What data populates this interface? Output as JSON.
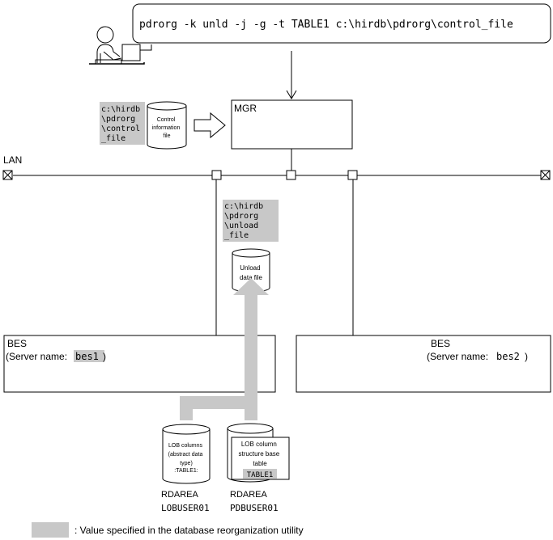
{
  "command": "pdrorg -k unld -j -g -t TABLE1 c:\\hirdb\\pdrorg\\control_file",
  "colors": {
    "highlight": "#c8c8c8",
    "line": "#000000",
    "background": "#ffffff"
  },
  "control_path": {
    "lines": [
      "c:\\hirdb",
      "\\pdrorg",
      "\\control",
      "_file"
    ]
  },
  "control_file_label": {
    "lines": [
      "Control",
      "information",
      "file"
    ]
  },
  "mgr_label": "MGR",
  "lan_label": "LAN",
  "unload_path": {
    "lines": [
      "c:\\hirdb",
      "\\pdrorg",
      "\\unload",
      "_file"
    ]
  },
  "unload_file_label": {
    "lines": [
      "Unload",
      "data file"
    ]
  },
  "bes1": {
    "title": "BES",
    "server_prefix": "(Server name: ",
    "server_name": "bes1",
    "server_suffix": ")"
  },
  "bes2": {
    "title": "BES",
    "server_prefix": "(Server name: ",
    "server_name": "bes2",
    "server_suffix": ")"
  },
  "lob_rdarea": {
    "label": {
      "lines": [
        "LOB columns",
        "(abstract data",
        "type)"
      ]
    },
    "table_ref": ":TABLE1:",
    "rdarea_label": "RDAREA",
    "rdarea_name": "LOBUSER01"
  },
  "base_rdarea": {
    "label": {
      "lines": [
        "LOB column",
        "structure base",
        "table"
      ]
    },
    "table_name": "TABLE1",
    "rdarea_label": "RDAREA",
    "rdarea_name": "PDBUSER01"
  },
  "legend": {
    "text": ": Value specified in the database reorganization utility"
  },
  "icons": [
    "user-at-terminal-icon",
    "right-arrow-icon",
    "lan-terminator-icon",
    "lan-node-icon",
    "cylinder-icon",
    "data-flow-arrow-icon"
  ]
}
